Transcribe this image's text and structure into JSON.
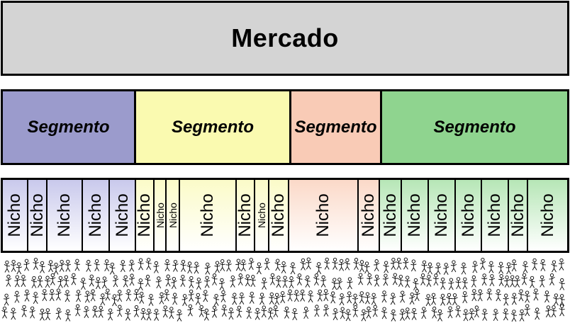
{
  "market": {
    "label": "Mercado",
    "color": "#d4d4d4"
  },
  "segments": [
    {
      "label": "Segmento",
      "color": "#9b9bcc",
      "niche_bg": "#c9c9ec"
    },
    {
      "label": "Segmento",
      "color": "#fafab0",
      "niche_bg": "#fbfbc8"
    },
    {
      "label": "Segmento",
      "color": "#f9cbb6",
      "niche_bg": "#fbd9c8"
    },
    {
      "label": "Segmento",
      "color": "#8fd48f",
      "niche_bg": "#b6e6b6"
    }
  ],
  "niches": [
    {
      "label": "Nicho",
      "segment": 0
    },
    {
      "label": "Nicho",
      "segment": 0
    },
    {
      "label": "Nicho",
      "segment": 0
    },
    {
      "label": "Nicho",
      "segment": 0
    },
    {
      "label": "Nicho",
      "segment": 0
    },
    {
      "label": "Nicho",
      "segment": 1
    },
    {
      "label": "Nicho",
      "segment": 1
    },
    {
      "label": "Nicho",
      "segment": 1
    },
    {
      "label": "Nicho",
      "segment": 1
    },
    {
      "label": "Nicho",
      "segment": 1
    },
    {
      "label": "Nicho",
      "segment": 1
    },
    {
      "label": "Nicho",
      "segment": 1
    },
    {
      "label": "Nicho",
      "segment": 2
    },
    {
      "label": "Nicho",
      "segment": 2
    },
    {
      "label": "Nicho",
      "segment": 3
    },
    {
      "label": "Nicho",
      "segment": 3
    },
    {
      "label": "Nicho",
      "segment": 3
    },
    {
      "label": "Nicho",
      "segment": 3
    },
    {
      "label": "Nicho",
      "segment": 3
    },
    {
      "label": "Nicho",
      "segment": 3
    },
    {
      "label": "Nicho",
      "segment": 3
    }
  ],
  "people_icon": "stick-figure-icon"
}
